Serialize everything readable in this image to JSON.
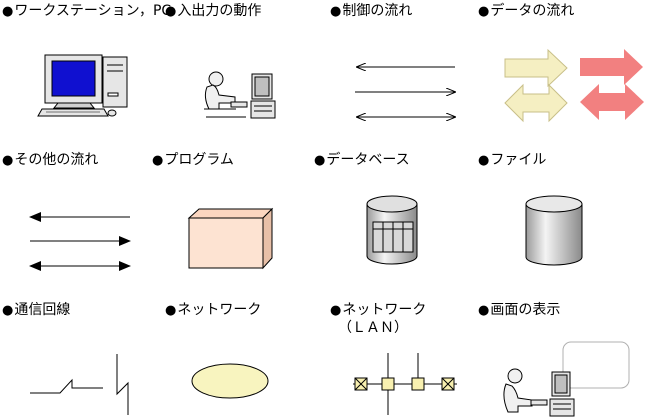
{
  "bullet": "●",
  "legend": {
    "workstation": "ワークステーション，PC",
    "io_operation": "入出力の動作",
    "control_flow": "制御の流れ",
    "data_flow": "データの流れ",
    "other_flow": "その他の流れ",
    "program": "プログラム",
    "database": "データベース",
    "file": "ファイル",
    "comm_line": "通信回線",
    "network": "ネットワーク",
    "network_lan": "ネットワーク",
    "lan_note": "（ＬＡＮ）",
    "screen_display": "画面の表示"
  },
  "colors": {
    "pc_screen": "#1010d0",
    "data_flow_light": "#f5efc2",
    "data_flow_red": "#f28080",
    "program_fill": "#fde3d2",
    "network_fill": "#f8f4bf",
    "lan_node_fill": "#f8f0b0",
    "cylinder_gray": "#d8d8d8"
  },
  "icons": [
    "workstation-icon",
    "operator-at-pc-icon",
    "control-flow-arrows-icon",
    "data-flow-arrows-icon",
    "other-flow-arrows-icon",
    "program-box-icon",
    "database-cylinder-icon",
    "file-cylinder-icon",
    "communication-line-icon",
    "network-ellipse-icon",
    "lan-bus-icon",
    "operator-screen-display-icon"
  ]
}
